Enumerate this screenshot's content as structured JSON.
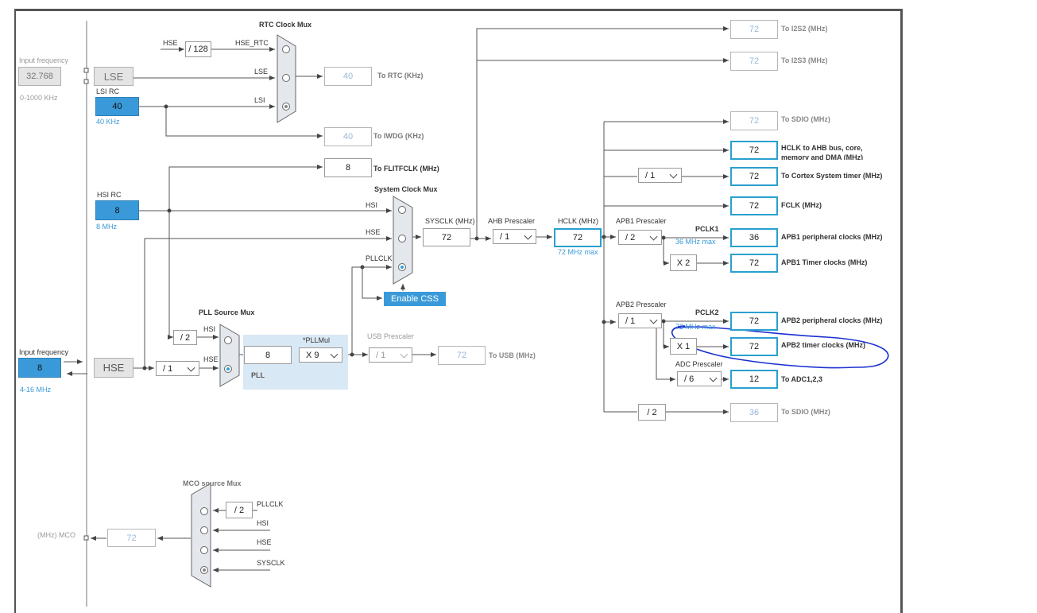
{
  "colors": {
    "accent": "#3a9ad9",
    "highlight_border": "#2aa0cf",
    "annotation": "#1a2fd0",
    "muted": "#9a9a9a"
  },
  "left": {
    "input_freq_label_top": "Input frequency",
    "lse_input_value": "32.768",
    "lse_range": "0-1000 KHz",
    "lse_label": "LSE",
    "lsi_rc_label": "LSI RC",
    "lsi_value": "40",
    "lsi_freq": "40 KHz",
    "hsi_rc_label": "HSI RC",
    "hsi_value": "8",
    "hsi_freq": "8 MHz",
    "input_freq_label_bottom": "Input frequency",
    "hse_input_value": "8",
    "hse_range": "4-16 MHz",
    "hse_label": "HSE"
  },
  "rtc": {
    "title": "RTC Clock Mux",
    "hse_label": "HSE",
    "div128": "/ 128",
    "hse_rtc_label": "HSE_RTC",
    "lse_label": "LSE",
    "lsi_label": "LSI",
    "rtc_value": "40",
    "rtc_label": "To RTC (KHz)",
    "iwdg_value": "40",
    "iwdg_label": "To IWDG (KHz)"
  },
  "flit": {
    "value": "8",
    "label": "To FLITFCLK (MHz)"
  },
  "sysmux": {
    "title": "System Clock Mux",
    "hsi_label": "HSI",
    "hse_label": "HSE",
    "pllclk_label": "PLLCLK",
    "enable_css": "Enable CSS",
    "sysclk_label": "SYSCLK (MHz)",
    "sysclk_value": "72"
  },
  "pll": {
    "source_title": "PLL Source Mux",
    "div2": "/ 2",
    "hsi_label": "HSI",
    "hse_label": "HSE",
    "hse_div": "/ 1",
    "input_value": "8",
    "mul_label": "*PLLMul",
    "mul_value": "X 9",
    "pll_label": "PLL"
  },
  "usb": {
    "title": "USB Prescaler",
    "div": "/ 1",
    "value": "72",
    "label": "To USB (MHz)"
  },
  "ahb": {
    "title": "AHB Prescaler",
    "div": "/ 1",
    "hclk_label": "HCLK (MHz)",
    "hclk_value": "72",
    "hclk_max": "72 MHz max"
  },
  "apb1": {
    "title": "APB1 Prescaler",
    "div": "/ 2",
    "pclk_label": "PCLK1",
    "pclk_max": "36 MHz max",
    "x2": "X 2"
  },
  "apb2": {
    "title": "APB2 Prescaler",
    "div": "/ 1",
    "pclk_label": "PCLK2",
    "pclk_max": "72 MHz max",
    "x1": "X 1"
  },
  "adc": {
    "title": "ADC Prescaler",
    "div": "/ 6"
  },
  "cortex_div": "/ 1",
  "sdio2_div": "/ 2",
  "outputs": {
    "i2s2": {
      "value": "72",
      "label": "To I2S2 (MHz)"
    },
    "i2s3": {
      "value": "72",
      "label": "To I2S3 (MHz)"
    },
    "sdio1": {
      "value": "72",
      "label": "To SDIO (MHz)"
    },
    "hclk_ahb": {
      "value": "72",
      "label_line1": "HCLK to AHB bus, core,",
      "label_line2": "memory and DMA (MHz)"
    },
    "cortex": {
      "value": "72",
      "label": "To Cortex System timer (MHz)"
    },
    "fclk": {
      "value": "72",
      "label": "FCLK (MHz)"
    },
    "apb1_periph": {
      "value": "36",
      "label": "APB1 peripheral clocks (MHz)"
    },
    "apb1_timer": {
      "value": "72",
      "label": "APB1 Timer clocks (MHz)"
    },
    "apb2_periph": {
      "value": "72",
      "label": "APB2 peripheral clocks (MHz)"
    },
    "apb2_timer": {
      "value": "72",
      "label": "APB2 timer clocks (MHz)"
    },
    "adc": {
      "value": "12",
      "label": "To ADC1,2,3"
    },
    "sdio2": {
      "value": "36",
      "label": "To SDIO (MHz)"
    }
  },
  "mco": {
    "title": "MCO source Mux",
    "div2": "/ 2",
    "pllclk_label": "PLLCLK",
    "hsi_label": "HSI",
    "hse_label": "HSE",
    "sysclk_label": "SYSCLK",
    "value": "72",
    "label": "(MHz) MCO"
  }
}
